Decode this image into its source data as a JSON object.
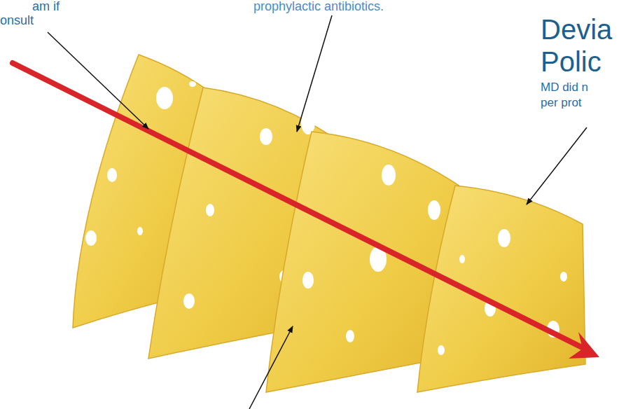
{
  "diagram": {
    "labels": [
      "am if",
      "onsult",
      "prophylactic antibiotics.",
      "Devia",
      "Polic",
      "MD did n",
      "per prot"
    ]
  }
}
